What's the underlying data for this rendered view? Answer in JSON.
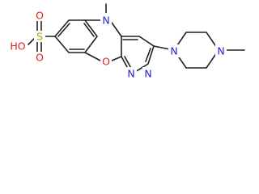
{
  "diagram": {
    "type": "chemical-structure",
    "colors": {
      "bond": "#202020",
      "carbon": "#202020",
      "nitrogen": "#1f1fcf",
      "oxygen": "#e0201a",
      "sulfur": "#b8a000",
      "background": "#ffffff"
    },
    "labels": {
      "sulfonyl_oxygen_top": "O",
      "sulfur": "S",
      "sulfonyl_oxygen_bottom": "O",
      "hydroxyl": "HO",
      "ring_nitrogen_methyl": "N",
      "ring_oxygen": "O",
      "pyridazine_n1": "N",
      "pyridazine_n2": "N",
      "piperazine_n1": "N",
      "piperazine_n4": "N"
    }
  }
}
